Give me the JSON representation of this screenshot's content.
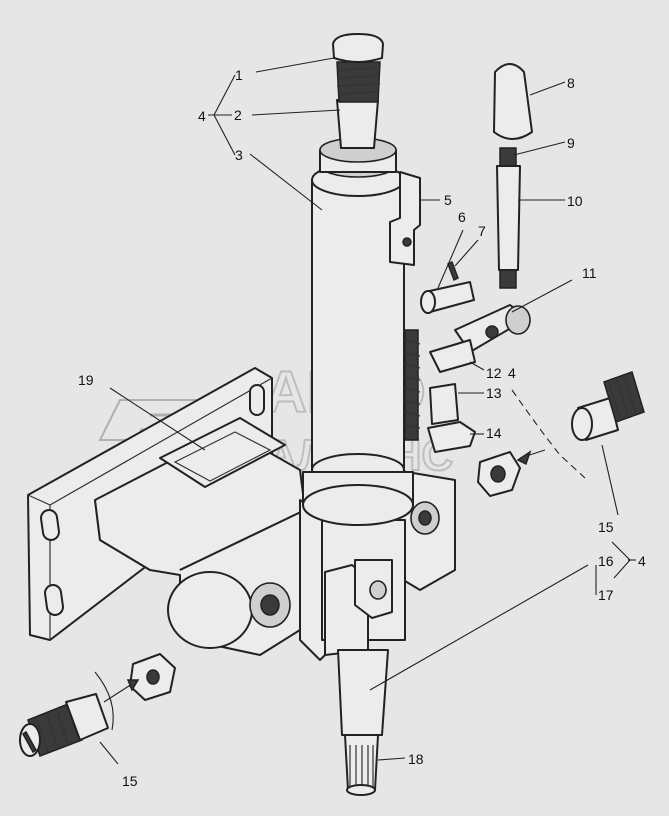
{
  "watermark": {
    "line1": "АВТО",
    "line2": "АЛЬЯНС"
  },
  "callouts": [
    "1",
    "2",
    "3",
    "4",
    "5",
    "6",
    "7",
    "8",
    "9",
    "10",
    "11",
    "12",
    "4",
    "13",
    "14",
    "15",
    "16",
    "4",
    "17",
    "19",
    "15",
    "18"
  ]
}
